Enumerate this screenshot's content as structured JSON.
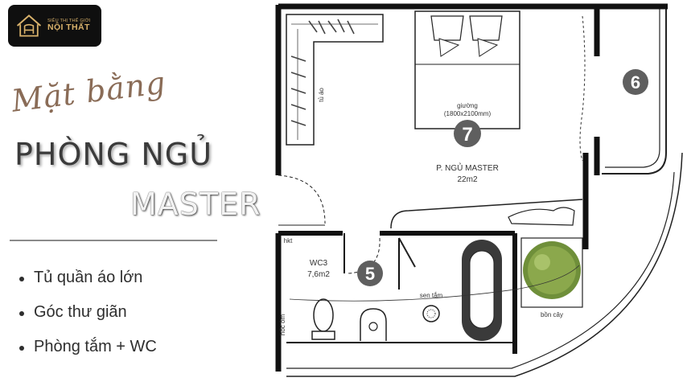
{
  "logo": {
    "icon": "house-chair-icon",
    "small_text": "SIÊU THỊ THẾ GIỚI",
    "big_text": "NỘI THẤT",
    "color": "#d9b26b"
  },
  "heading": {
    "script": "Mặt bằng",
    "line1": "PHÒNG NGỦ",
    "line2": "MASTER"
  },
  "features": [
    "Tủ quần áo lớn",
    "Góc thư giãn",
    "Phòng tắm + WC"
  ],
  "plan": {
    "wardrobe_label": "tủ áo",
    "bed_label": "giường",
    "bed_size": "(1800x2100mm)",
    "room_name": "P. NGỦ MASTER",
    "room_area": "22m2",
    "wc_name": "WC3",
    "wc_area": "7,6m2",
    "shower_label": "sen tắm",
    "plant_label": "bồn cây",
    "hkt_label": "hkt",
    "duct_label": "hốc ôm",
    "markers": [
      "7",
      "5",
      "6"
    ],
    "marker_color": "#5f5f5f"
  }
}
